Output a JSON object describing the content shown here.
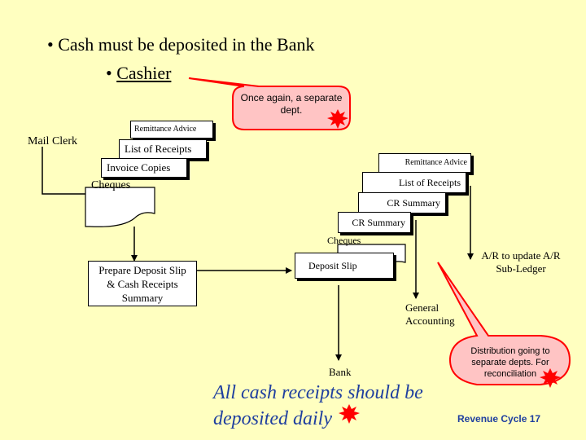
{
  "bullets": {
    "main": "Cash must be deposited in the Bank",
    "sub": "Cashier"
  },
  "callouts": {
    "separate": "Once again, a separate dept.",
    "distribution": "Distribution going to separate depts. For reconciliation"
  },
  "actors": {
    "mail_clerk": "Mail Clerk",
    "prepare": "Prepare Deposit Slip & Cash Receipts Summary",
    "ar": "A/R to update A/R Sub-Ledger",
    "general": "General Accounting",
    "bank": "Bank"
  },
  "documents": {
    "remit1": "Remittance Advice",
    "list1": "List of Receipts",
    "invoice": "Invoice Copies",
    "cheques1": "Cheques",
    "remit2": "Remittance Advice",
    "list2": "List of Receipts",
    "cr1": "CR Summary",
    "cr2": "CR Summary",
    "cheques2": "Cheques",
    "deposit": "Deposit Slip"
  },
  "footer": {
    "daily": "All cash receipts should be deposited daily",
    "page": "Revenue Cycle 17"
  },
  "colors": {
    "callout_fill": "#ffc4c4",
    "callout_border": "#ff0000",
    "star": "#ff0000",
    "accent_text": "#1f3f9f",
    "background": "#ffffc0"
  }
}
